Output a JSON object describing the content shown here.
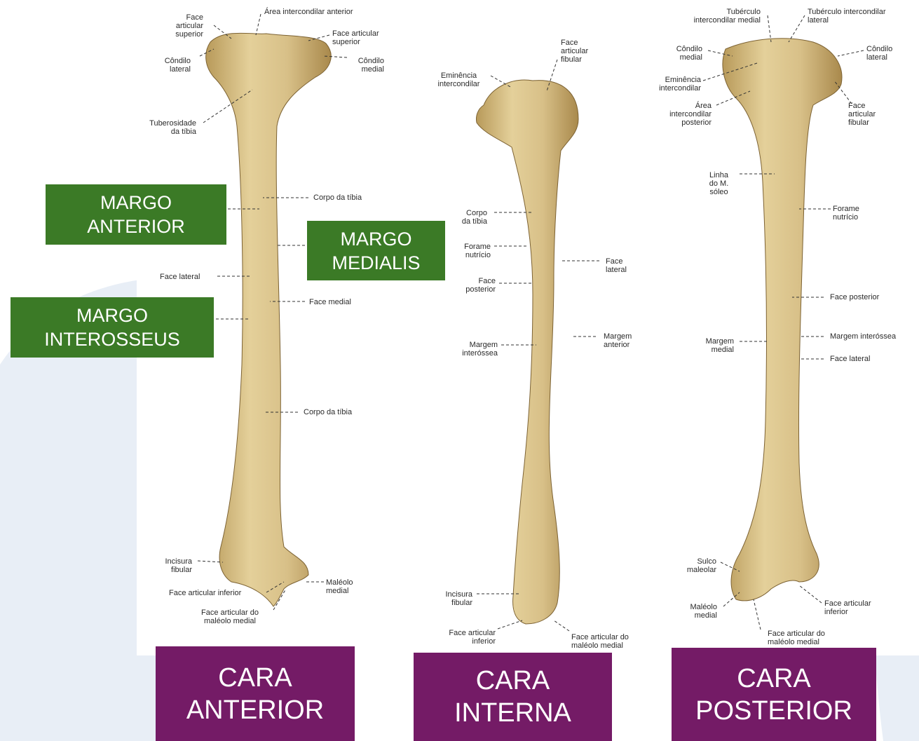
{
  "colors": {
    "green_box": "#3b7a26",
    "purple_box": "#741b66",
    "bone": "#d9c38a",
    "background_curve": "#e8eef6"
  },
  "anterior": {
    "labels": {
      "face_articular_superior_left": "Face\narticular\nsuperior",
      "area_intercondilar_anterior": "Área intercondilar anterior",
      "face_articular_superior_right": "Face articular\nsuperior",
      "condilo_lateral": "Côndilo\nlateral",
      "condilo_medial": "Côndilo\nmedial",
      "tuberosidade": "Tuberosidade\nda tíbia",
      "corpo_tibia_1": "Corpo da tíbia",
      "face_lateral": "Face lateral",
      "face_medial": "Face medial",
      "corpo_tibia_2": "Corpo da tíbia",
      "incisura_fibular": "Incisura\nfibular",
      "maleolo_medial": "Maléolo\nmedial",
      "face_articular_inferior": "Face articular inferior",
      "face_articular_maleolo": "Face articular do\nmaléolo medial"
    },
    "margo_anterior": "MARGO\nANTERIOR",
    "margo_medialis": "MARGO\nMEDIALIS",
    "margo_interosseus": "MARGO\nINTEROSSEUS",
    "caption": "CARA\nANTERIOR"
  },
  "interna": {
    "labels": {
      "face_articular_fibular": "Face\narticular\nfibular",
      "eminencia": "Eminência\nintercondilar",
      "corpo_tibia": "Corpo\nda tíbia",
      "forame_nutricio": "Forame\nnutrício",
      "face_posterior": "Face\nposterior",
      "face_lateral": "Face\nlateral",
      "margem_anterior": "Margem\nanterior",
      "margem_interossea": "Margem\ninteróssea",
      "incisura_fibular": "Incisura\nfibular",
      "face_articular_inferior": "Face articular\ninferior",
      "face_articular_maleolo": "Face articular do\nmaléolo medial"
    },
    "caption": "CARA\nINTERNA"
  },
  "posterior": {
    "labels": {
      "tuberculo_medial": "Tubérculo\nintercondilar medial",
      "tuberculo_lateral": "Tubérculo intercondilar\nlateral",
      "condilo_medial": "Côndilo\nmedial",
      "condilo_lateral": "Côndilo\nlateral",
      "eminencia": "Eminência\nintercondilar",
      "area_posterior": "Área\nintercondilar\nposterior",
      "face_articular_fibular": "Face\narticular\nfibular",
      "linha_soleo": "Linha\ndo M.\nsóleo",
      "forame_nutricio": "Forame\nnutrício",
      "face_posterior": "Face posterior",
      "margem_medial": "Margem\nmedial",
      "margem_interossea": "Margem interóssea",
      "face_lateral": "Face lateral",
      "sulco_maleolar": "Sulco\nmaleolar",
      "maleolo_medial": "Maléolo\nmedial",
      "face_articular_inferior": "Face articular\ninferior",
      "face_articular_maleolo": "Face articular do\nmaléolo medial"
    },
    "caption": "CARA\nPOSTERIOR"
  }
}
